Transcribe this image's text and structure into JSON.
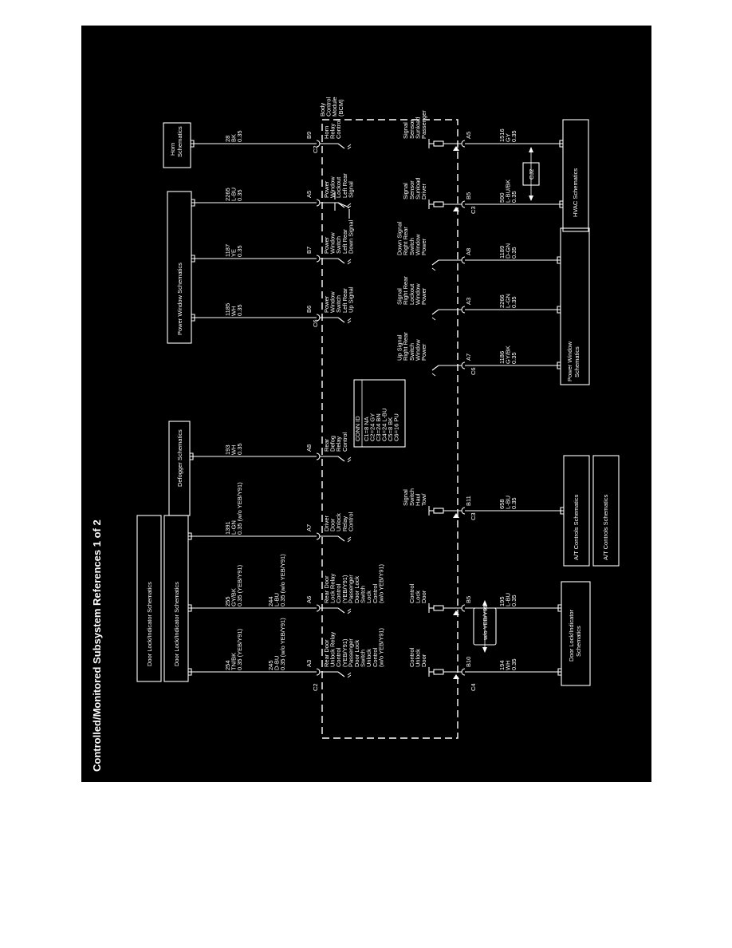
{
  "title": "Controlled/Monitored Subsystem References 1 of 2",
  "module_label": [
    "Body",
    "Control",
    "Module",
    "(BCM)"
  ],
  "conn_id": {
    "header": "CONN ID",
    "rows": [
      "C1=8 NA",
      "C2=24 GY",
      "C3=24 BN",
      "C4=24 L-BU",
      "C5=8 BK",
      "C6=16 PU"
    ]
  },
  "top_boxes": {
    "door_lock_1": "Door Lock/Indicator Schematics",
    "door_lock_2": "Door Lock/Indicator Schematics",
    "defogger": "Defogger Schematics",
    "power_window": "Power Window Schematics",
    "horn": [
      "Horn",
      "Schematics"
    ]
  },
  "bottom_boxes": {
    "door_lock": [
      "Door Lock/Indicator",
      "Schematics"
    ],
    "at_controls_1": "A/T Controls Schematics",
    "at_controls_2": "A/T Controls Schematics",
    "power_window": [
      "Power Window",
      "Schematics"
    ],
    "hvac": "HVAC Schematics"
  },
  "top_circuits": {
    "c254": [
      "254",
      "TN/BK",
      "0.35 (YEB/Y91)"
    ],
    "c245": [
      "245",
      "D-BU",
      "0.35 (w/o YEB/Y91)"
    ],
    "c255": [
      "255",
      "GY/BK",
      "0.35 (YEB/Y91)"
    ],
    "c244": [
      "244",
      "L-BU",
      "0.35 (w/o YEB/Y91)"
    ],
    "c1391": [
      "1391",
      "L-GN",
      "0.35 (w/o YEB/Y91)"
    ],
    "c193": [
      "193",
      "WH",
      "0.35"
    ],
    "c1185": [
      "1185",
      "WH",
      "0.35"
    ],
    "c1187": [
      "1187",
      "YE",
      "0.35"
    ],
    "c2265": [
      "2265",
      "L-BU",
      "0.35"
    ],
    "c28": [
      "28",
      "BK",
      "0.35"
    ]
  },
  "top_pins": {
    "a3": "A3",
    "a6": "A6",
    "a7": "A7",
    "a8": "A8",
    "b6": "B6",
    "b7": "B7",
    "a5": "A5",
    "b9": "B9"
  },
  "top_connectors": {
    "c2_left": "C2",
    "c6": "C6",
    "c2_right": "C2"
  },
  "top_functions": {
    "rear_door_unlock": [
      "Rear Door",
      "Unlock Relay",
      "Control",
      "(YEB/Y91)",
      "Passenger",
      "Door Lock",
      "Switch",
      "Unlock",
      "Control",
      "(w/o YEB/Y91)"
    ],
    "rear_door_lock": [
      "Rear Door",
      "Lock Relay",
      "Control",
      "(YEB/Y91)",
      "Passenger",
      "Door Lock",
      "Switch",
      "Lock",
      "Control",
      "(w/o YEB/Y91)"
    ],
    "driver_unlock": [
      "Driver",
      "Door",
      "Unlock",
      "Relay",
      "Control"
    ],
    "rear_defog": [
      "Rear",
      "Defog",
      "Relay",
      "Control"
    ],
    "pw_left_up": [
      "Power",
      "Window",
      "Switch",
      "Left Rear",
      "Up Signal"
    ],
    "pw_left_down": [
      "Power",
      "Window",
      "Switch",
      "Left Rear",
      "Down Signal"
    ],
    "pw_lockout_left": [
      "Power",
      "Window",
      "Lockout",
      "Left Rear",
      "Signal"
    ],
    "horn_relay": [
      "Horn",
      "Relay",
      "Control"
    ]
  },
  "bottom_circuits": {
    "c194": [
      "194",
      "WH",
      "0.35"
    ],
    "c195": [
      "195",
      "L-BU",
      "0.35"
    ],
    "c658": [
      "658",
      "L-BU",
      "0.35"
    ],
    "c1186": [
      "1186",
      "GY/BK",
      "0.35"
    ],
    "c2266": [
      "2266",
      "L-GN",
      "0.35"
    ],
    "c1189": [
      "1189",
      "D-GN",
      "0.35"
    ],
    "c590": [
      "590",
      "L-BU/BK",
      "0.35"
    ],
    "c1516": [
      "1516",
      "GY",
      "0.35"
    ]
  },
  "bottom_pins": {
    "b10": "B10",
    "b5": "B5",
    "b11": "B11",
    "a7": "A7",
    "a3": "A3",
    "a8": "A8",
    "b5b": "B5",
    "a5": "A5"
  },
  "bottom_connectors": {
    "c4": "C4",
    "c3_left": "C3",
    "c6": "C6",
    "c3_right": "C3"
  },
  "bottom_functions": {
    "door_unlock": [
      "Door",
      "Unlock",
      "Control"
    ],
    "door_lock": [
      "Door",
      "Lock",
      "Control"
    ],
    "tow_haul": [
      "Tow/",
      "Haul",
      "Switch",
      "Signal"
    ],
    "pw_right_up": [
      "Power",
      "Window",
      "Switch",
      "Right Rear",
      "Up Signal"
    ],
    "pw_lockout_right": [
      "Power",
      "Window",
      "Lockout",
      "Right Rear",
      "Signal"
    ],
    "pw_right_down": [
      "Power",
      "Window",
      "Switch",
      "Right Rear",
      "Down Signal"
    ],
    "driver_sunload": [
      "Driver",
      "Sunload",
      "Sensor",
      "Signal"
    ],
    "pass_sunload": [
      "Passenger",
      "Sunload",
      "Sensor",
      "Signal"
    ]
  },
  "option_label": "w/o YEB/Y91",
  "cj2_label": "CJ2"
}
